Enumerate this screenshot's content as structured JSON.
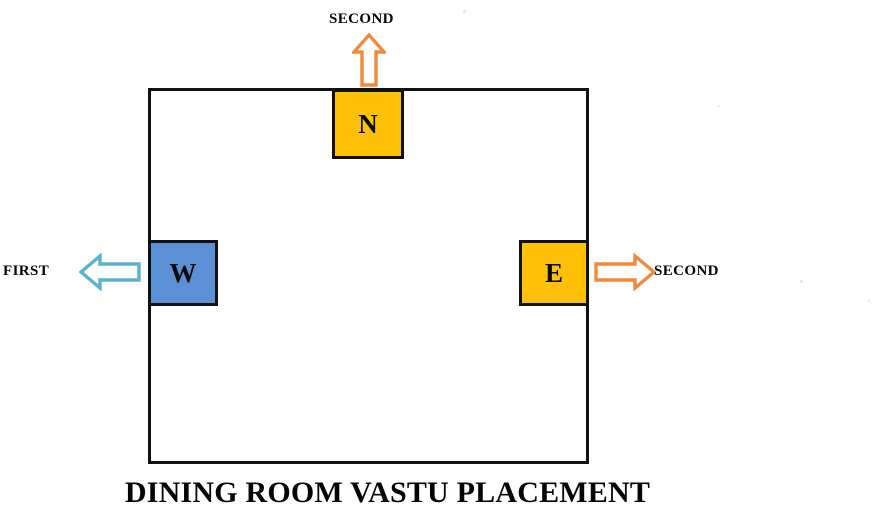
{
  "diagram": {
    "title": "DINING ROOM VASTU PLACEMENT",
    "type": "vastu-placement-floorplan",
    "room": {
      "name": "room-outline",
      "shape": "rectangle",
      "border_color": "#111111",
      "fill_color": "#ffffff"
    },
    "placements": [
      {
        "id": "north",
        "label": "N",
        "direction_name": "North",
        "wall": "top",
        "fill_color": "#FFC107",
        "border_color": "#111111",
        "preference": "SECOND"
      },
      {
        "id": "west",
        "label": "W",
        "direction_name": "West",
        "wall": "left",
        "fill_color": "#5B90D4",
        "border_color": "#111111",
        "preference": "FIRST"
      },
      {
        "id": "east",
        "label": "E",
        "direction_name": "East",
        "wall": "right",
        "fill_color": "#FFC107",
        "border_color": "#111111",
        "preference": "SECOND"
      }
    ],
    "arrows": [
      {
        "id": "arrow-up-north",
        "points": "up",
        "style": "hollow-outline",
        "stroke_color": "#F08A3C",
        "label": "SECOND"
      },
      {
        "id": "arrow-left-west",
        "points": "left",
        "style": "hollow-outline",
        "stroke_color": "#5BB2CE",
        "label": "FIRST"
      },
      {
        "id": "arrow-right-east",
        "points": "right",
        "style": "hollow-outline",
        "stroke_color": "#F08A3C",
        "label": "SECOND"
      }
    ],
    "labels": {
      "top": "SECOND",
      "left": "FIRST",
      "right": "SECOND"
    },
    "colors": {
      "amber": "#FFC107",
      "blue": "#5B90D4",
      "orange_arrow": "#F08A3C",
      "cyan_arrow": "#5BB2CE",
      "outline": "#111111",
      "text": "#050505",
      "background": "#ffffff"
    }
  }
}
